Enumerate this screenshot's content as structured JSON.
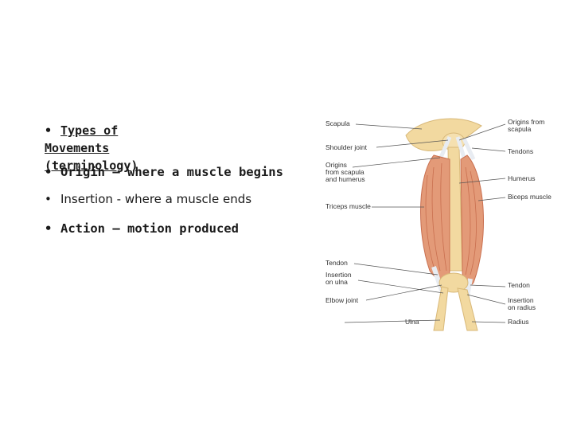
{
  "title": {
    "bullet": "•",
    "line1": "Types of",
    "line2": "Movements",
    "line3": "(terminology)"
  },
  "items": [
    {
      "bullet": "•",
      "text": "Origin – where a muscle begins"
    },
    {
      "bullet": "•",
      "text": "Insertion - where a muscle ends"
    },
    {
      "bullet": "•",
      "text": "Action – motion produced"
    }
  ],
  "figure": {
    "left_labels": [
      "Scapula",
      "Shoulder joint",
      "Origins",
      "from scapula",
      "and humerus",
      "Triceps muscle",
      "Tendon",
      "Insertion",
      "on ulna",
      "Elbow joint",
      "Ulna"
    ],
    "right_labels": [
      "Origins from",
      "scapula",
      "Tendons",
      "Humerus",
      "Biceps muscle",
      "Tendon",
      "Insertion",
      "on radius",
      "Radius"
    ],
    "colors": {
      "bone": "#f2d9a0",
      "muscle": "#e39a78",
      "muscle_dark": "#c96f4f",
      "tendon": "#eef0f4",
      "line": "#555555"
    }
  }
}
